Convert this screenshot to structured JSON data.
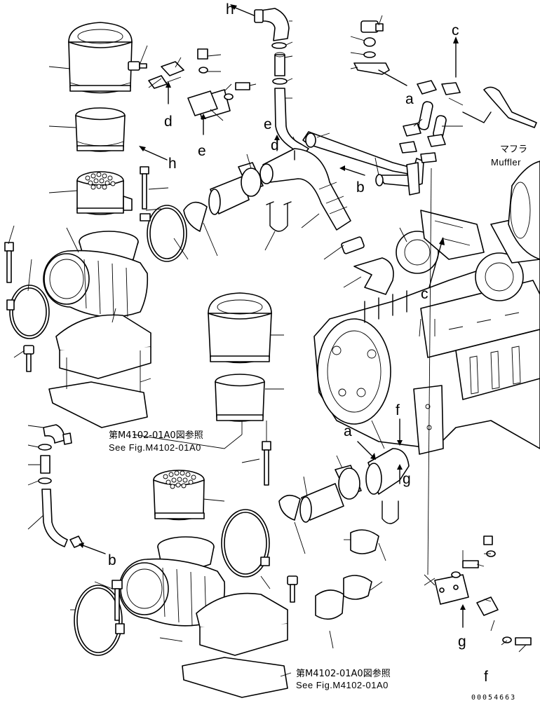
{
  "callouts": {
    "a": "a",
    "b": "b",
    "c": "c",
    "d": "d",
    "e": "e",
    "f": "f",
    "g": "g",
    "h": "h"
  },
  "muffler": {
    "jp": "マフラ",
    "en": "Muffler"
  },
  "references": [
    {
      "jp": "第M4102-01A0図参照",
      "en": "See Fig.M4102-01A0"
    },
    {
      "jp": "第M4102-01A0図参照",
      "en": "See Fig.M4102-01A0"
    }
  ],
  "drawing_number": "00054663"
}
